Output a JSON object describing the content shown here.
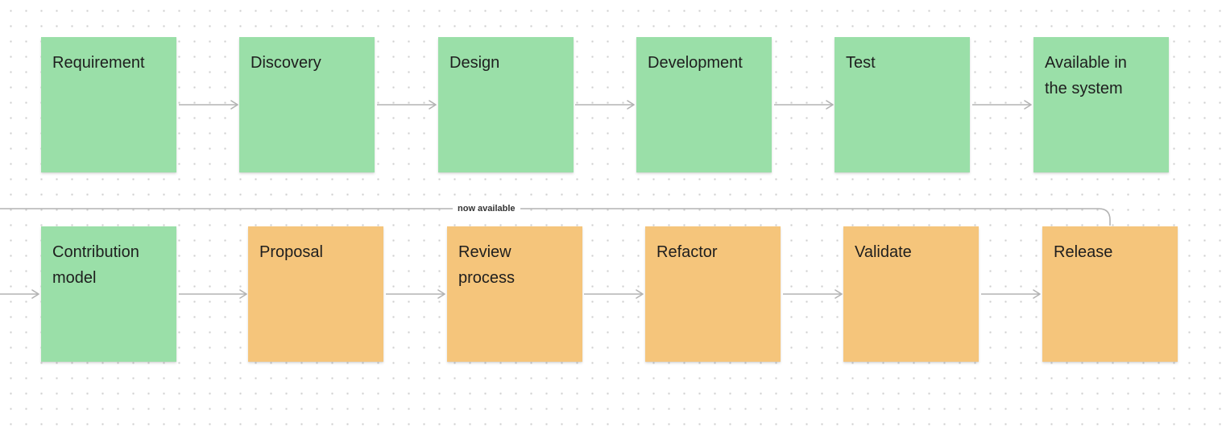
{
  "colors": {
    "green": "#9ADFA8",
    "orange": "#F5C57B",
    "connector": "#b3b3b3"
  },
  "stickies": [
    {
      "text": "Requirement",
      "color": "green"
    },
    {
      "text": "Discovery",
      "color": "green"
    },
    {
      "text": "Design",
      "color": "green"
    },
    {
      "text": "Development",
      "color": "green"
    },
    {
      "text": "Test",
      "color": "green"
    },
    {
      "text": "Available in\nthe system",
      "color": "green"
    },
    {
      "text": "Contribution\nmodel",
      "color": "green"
    },
    {
      "text": "Proposal",
      "color": "orange"
    },
    {
      "text": "Review\nprocess",
      "color": "orange"
    },
    {
      "text": "Refactor",
      "color": "orange"
    },
    {
      "text": "Validate",
      "color": "orange"
    },
    {
      "text": "Release",
      "color": "orange"
    }
  ],
  "connector_label": "now available"
}
